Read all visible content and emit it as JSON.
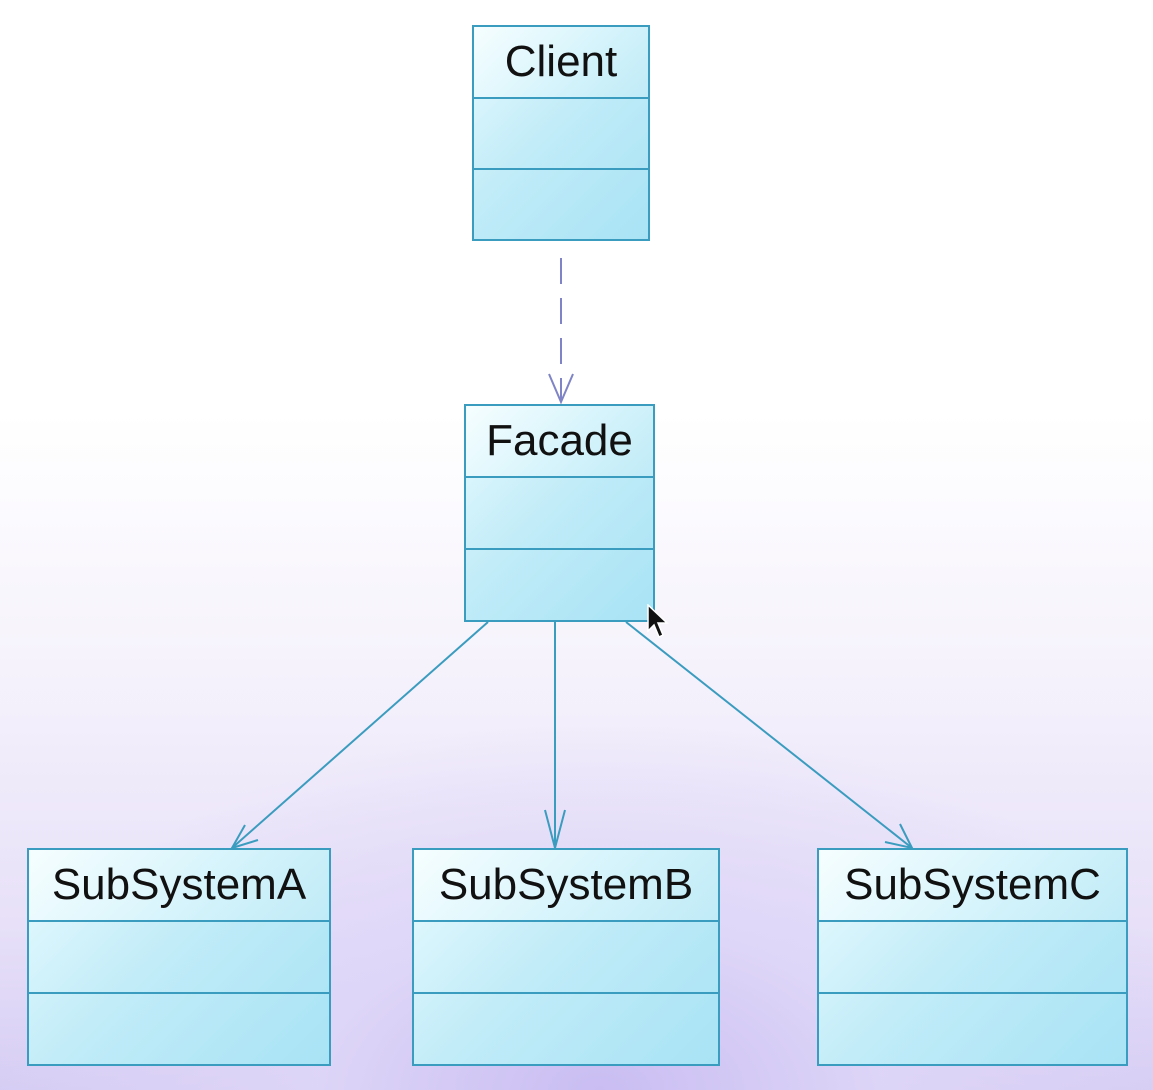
{
  "diagram": {
    "classes": {
      "client": {
        "name": "Client"
      },
      "facade": {
        "name": "Facade"
      },
      "subsystem_a": {
        "name": "SubSystemA"
      },
      "subsystem_b": {
        "name": "SubSystemB"
      },
      "subsystem_c": {
        "name": "SubSystemC"
      }
    },
    "relationships": [
      {
        "from": "Client",
        "to": "Facade",
        "kind": "dependency"
      },
      {
        "from": "Facade",
        "to": "SubSystemA",
        "kind": "association"
      },
      {
        "from": "Facade",
        "to": "SubSystemB",
        "kind": "association"
      },
      {
        "from": "Facade",
        "to": "SubSystemC",
        "kind": "association"
      }
    ],
    "colors": {
      "border": "#3a9cbf",
      "association_line": "#3a9cbf",
      "dependency_line": "#7f84c6",
      "box_fill": "#c2ecf8"
    }
  }
}
